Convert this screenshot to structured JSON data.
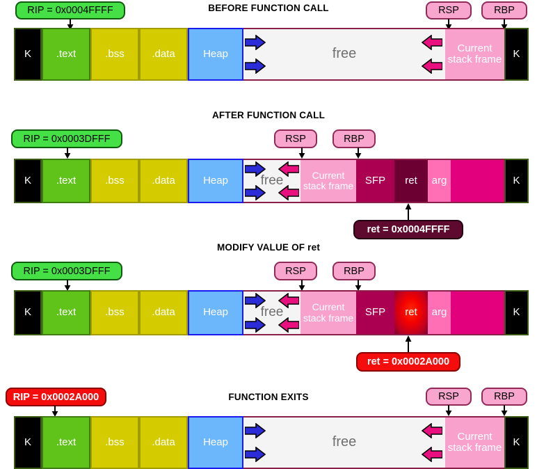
{
  "diagrams": [
    {
      "id": "before-function-call",
      "title": "BEFORE FUNCTION CALL",
      "rip": {
        "label": "RIP = 0x0004FFFF",
        "style": "green"
      },
      "pointers": [
        {
          "name": "RSP",
          "label": "RSP"
        },
        {
          "name": "RBP",
          "label": "RBP"
        }
      ],
      "segments": [
        {
          "name": "kernel-low",
          "label": "K"
        },
        {
          "name": "text",
          "label": ".text"
        },
        {
          "name": "bss",
          "label": ".bss"
        },
        {
          "name": "data",
          "label": ".data"
        },
        {
          "name": "heap",
          "label": "Heap"
        },
        {
          "name": "free",
          "label": "free"
        },
        {
          "name": "current-stack-frame",
          "label": "Current stack frame"
        },
        {
          "name": "kernel-high",
          "label": "K"
        }
      ]
    },
    {
      "id": "after-function-call",
      "title": "AFTER FUNCTION CALL",
      "rip": {
        "label": "RIP = 0x0003DFFF",
        "style": "green"
      },
      "pointers": [
        {
          "name": "RSP",
          "label": "RSP"
        },
        {
          "name": "RBP",
          "label": "RBP"
        }
      ],
      "segments": [
        {
          "name": "kernel-low",
          "label": "K"
        },
        {
          "name": "text",
          "label": ".text"
        },
        {
          "name": "bss",
          "label": ".bss"
        },
        {
          "name": "data",
          "label": ".data"
        },
        {
          "name": "heap",
          "label": "Heap"
        },
        {
          "name": "free",
          "label": "free"
        },
        {
          "name": "current-stack-frame",
          "label": "Current stack frame"
        },
        {
          "name": "sfp",
          "label": "SFP"
        },
        {
          "name": "ret",
          "label": "ret"
        },
        {
          "name": "arg",
          "label": "arg"
        },
        {
          "name": "stack-rest",
          "label": ""
        },
        {
          "name": "kernel-high",
          "label": "K"
        }
      ],
      "callout": {
        "label": "ret = 0x0004FFFF",
        "style": "maroon"
      }
    },
    {
      "id": "modify-value-of-ret",
      "title": "MODIFY VALUE OF ret",
      "rip": {
        "label": "RIP = 0x0003DFFF",
        "style": "green"
      },
      "pointers": [
        {
          "name": "RSP",
          "label": "RSP"
        },
        {
          "name": "RBP",
          "label": "RBP"
        }
      ],
      "segments": [
        {
          "name": "kernel-low",
          "label": "K"
        },
        {
          "name": "text",
          "label": ".text"
        },
        {
          "name": "bss",
          "label": ".bss"
        },
        {
          "name": "data",
          "label": ".data"
        },
        {
          "name": "heap",
          "label": "Heap"
        },
        {
          "name": "free",
          "label": "free"
        },
        {
          "name": "current-stack-frame",
          "label": "Current stack frame"
        },
        {
          "name": "sfp",
          "label": "SFP"
        },
        {
          "name": "ret",
          "label": "ret"
        },
        {
          "name": "arg",
          "label": "arg"
        },
        {
          "name": "stack-rest",
          "label": ""
        },
        {
          "name": "kernel-high",
          "label": "K"
        }
      ],
      "callout": {
        "label": "ret = 0x0002A000",
        "style": "red"
      }
    },
    {
      "id": "function-exits",
      "title": "FUNCTION EXITS",
      "rip": {
        "label": "RIP = 0x0002A000",
        "style": "red"
      },
      "pointers": [
        {
          "name": "RSP",
          "label": "RSP"
        },
        {
          "name": "RBP",
          "label": "RBP"
        }
      ],
      "segments": [
        {
          "name": "kernel-low",
          "label": "K"
        },
        {
          "name": "text",
          "label": ".text"
        },
        {
          "name": "bss",
          "label": ".bss"
        },
        {
          "name": "data",
          "label": ".data"
        },
        {
          "name": "heap",
          "label": "Heap"
        },
        {
          "name": "free",
          "label": "free"
        },
        {
          "name": "current-stack-frame",
          "label": "Current stack frame"
        },
        {
          "name": "kernel-high",
          "label": "K"
        }
      ]
    }
  ],
  "colors": {
    "kernel": "#000000",
    "text_segment": "#5fc31a",
    "bss_data": "#d5cc00",
    "heap": "#6cb6fb",
    "free": "#f4f4f4",
    "current_stack_frame": "#f9a1cd",
    "sfp": "#ab0052",
    "ret": "#6d0033",
    "ret_highlight": "#f40000",
    "arg": "#ff6fb5",
    "stack_rest": "#e3007c",
    "rip_green": "#45e045",
    "rip_red": "#f50d0d",
    "pointer_chip": "#f8a6ce",
    "grow_arrow_blue": "#2b2bd8",
    "grow_arrow_pink": "#e8107e"
  },
  "icons": {
    "heap_grow": "blue-right-arrow-icon",
    "stack_grow": "pink-left-arrow-icon",
    "pointer_down": "down-arrow-icon",
    "callout_up": "up-arrow-icon"
  }
}
